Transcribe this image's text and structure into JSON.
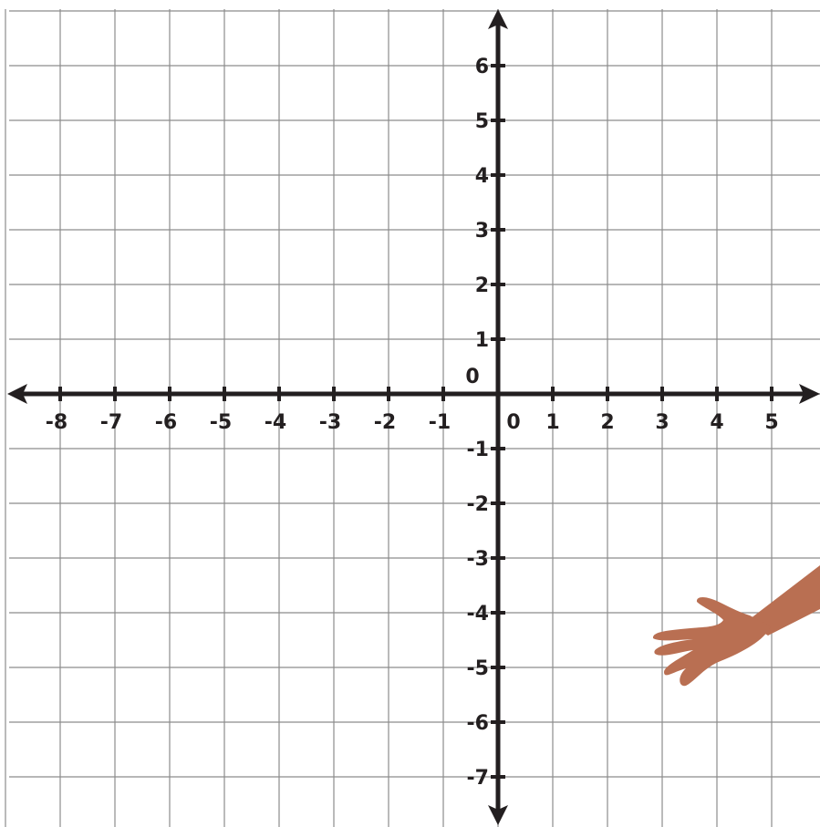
{
  "colors": {
    "background": "#ffffff",
    "grid": "#8c8c8c",
    "axis": "#231f20",
    "skin": "#b96f52"
  },
  "x_axis": {
    "range": [
      -9,
      6
    ],
    "ticks": [
      -8,
      -7,
      -6,
      -5,
      -4,
      -3,
      -2,
      -1,
      1,
      2,
      3,
      4,
      5
    ],
    "tick_labels": [
      "-8",
      "-7",
      "-6",
      "-5",
      "-4",
      "-3",
      "-2",
      "-1",
      "1",
      "2",
      "3",
      "4",
      "5"
    ],
    "origin_label": "0"
  },
  "y_axis": {
    "range": [
      -8,
      7
    ],
    "ticks": [
      6,
      5,
      4,
      3,
      2,
      1,
      -1,
      -2,
      -3,
      -4,
      -5,
      -6,
      -7
    ],
    "tick_labels": [
      "6",
      "5",
      "4",
      "3",
      "2",
      "1",
      "-1",
      "-2",
      "-3",
      "-4",
      "-5",
      "-6",
      "-7"
    ],
    "origin_label": "0"
  },
  "grid": true,
  "icons": {
    "hand": "pointing-hand-icon"
  }
}
